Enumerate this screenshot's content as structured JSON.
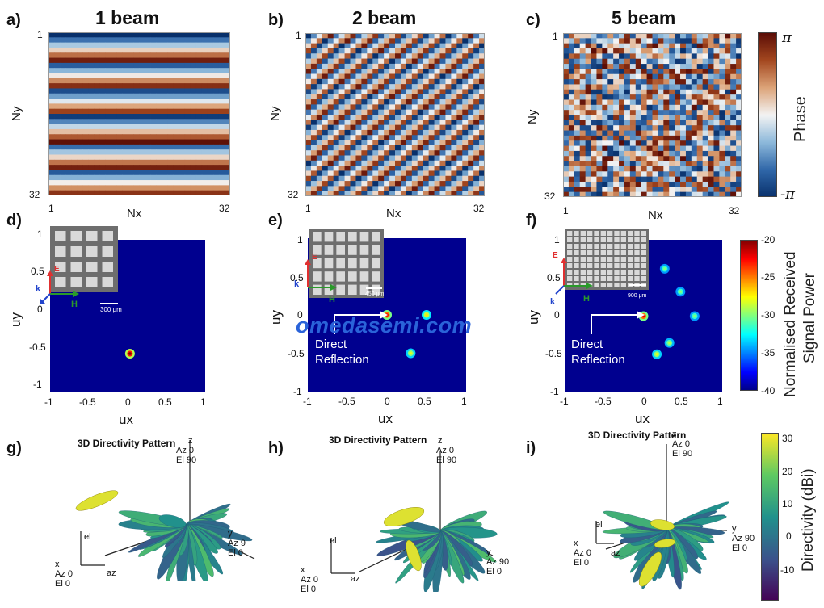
{
  "panel_labels": [
    "a)",
    "b)",
    "c)",
    "d)",
    "e)",
    "f)",
    "g)",
    "h)",
    "i)"
  ],
  "top_row": {
    "titles": [
      "1 beam",
      "2 beam",
      "5 beam"
    ],
    "nx_label": "Nx",
    "ny_label": "Ny",
    "tick_min": "1",
    "tick_max": "32",
    "colorbar": {
      "label": "Phase",
      "max_label": "π",
      "min_label": "-π",
      "colors": [
        "#08306b",
        "#2f66a8",
        "#8cb8da",
        "#f3f3f3",
        "#dca378",
        "#a3471f",
        "#5a0c06"
      ]
    }
  },
  "middle_row": {
    "xlabel": "ux",
    "ylabel": "uy",
    "xticks": [
      "-1",
      "-0.5",
      "0",
      "0.5",
      "1"
    ],
    "yticks": [
      "1",
      "0.5",
      "0",
      "-0.5",
      "-1"
    ],
    "inset": {
      "e_label": "E",
      "k_label": "k",
      "h_label": "H",
      "scales": [
        "300 μm",
        "450 μm",
        "900 μm"
      ]
    },
    "direct_reflection": "Direct\nReflection",
    "colorbar": {
      "label_line1": "Normalised Received",
      "label_line2": "Signal Power",
      "ticks": [
        "-20",
        "-25",
        "-30",
        "-35",
        "-40"
      ]
    },
    "background_color": "#00008f"
  },
  "bottom_row": {
    "title": "3D Directivity Pattern",
    "z_label": "z",
    "az0_el90": "Az 0\nEl 90",
    "y_labels": [
      "y\nAz 9\nEl 0",
      "y\nAz 90\nEl 0",
      "y\nAz 90\nEl 0"
    ],
    "x_label": "x\nAz 0\nEl 0",
    "el_label": "el",
    "az_label": "az",
    "colorbar": {
      "label": "Directivity (dBi)",
      "ticks": [
        "30",
        "20",
        "10",
        "0",
        "-10"
      ]
    }
  },
  "watermark": "omedasemi.com",
  "chart_data": [
    {
      "type": "heatmap",
      "panel": "a",
      "title": "1 beam",
      "xlabel": "Nx",
      "ylabel": "Ny",
      "xlim": [
        1,
        32
      ],
      "ylim": [
        1,
        32
      ],
      "description_pattern": "horizontal stripes"
    },
    {
      "type": "heatmap",
      "panel": "b",
      "title": "2 beam",
      "xlabel": "Nx",
      "ylabel": "Ny",
      "xlim": [
        1,
        32
      ],
      "ylim": [
        1,
        32
      ]
    },
    {
      "type": "heatmap",
      "panel": "c",
      "title": "5 beam",
      "xlabel": "Nx",
      "ylabel": "Ny",
      "xlim": [
        1,
        32
      ],
      "ylim": [
        1,
        32
      ]
    },
    {
      "type": "scatter",
      "panel": "d",
      "xlabel": "ux",
      "ylabel": "uy",
      "xlim": [
        -1,
        1
      ],
      "ylim": [
        -1,
        1
      ],
      "points": [
        {
          "x": 0.03,
          "y": -0.5,
          "level": -20
        }
      ]
    },
    {
      "type": "scatter",
      "panel": "e",
      "xlabel": "ux",
      "ylabel": "uy",
      "xlim": [
        -1,
        1
      ],
      "ylim": [
        -1,
        1
      ],
      "points": [
        {
          "x": 0,
          "y": 0,
          "level": -22
        },
        {
          "x": 0.5,
          "y": 0,
          "level": -27
        },
        {
          "x": 0.3,
          "y": -0.5,
          "level": -28
        }
      ]
    },
    {
      "type": "scatter",
      "panel": "f",
      "xlabel": "ux",
      "ylabel": "uy",
      "xlim": [
        -1,
        1
      ],
      "ylim": [
        -1,
        1
      ],
      "points": [
        {
          "x": 0,
          "y": 0,
          "level": -22
        },
        {
          "x": 0.27,
          "y": 0.62,
          "level": -30
        },
        {
          "x": 0.47,
          "y": 0.32,
          "level": -30
        },
        {
          "x": 0.65,
          "y": 0,
          "level": -30
        },
        {
          "x": 0.33,
          "y": -0.35,
          "level": -29
        },
        {
          "x": 0.17,
          "y": -0.5,
          "level": -28
        }
      ]
    }
  ]
}
